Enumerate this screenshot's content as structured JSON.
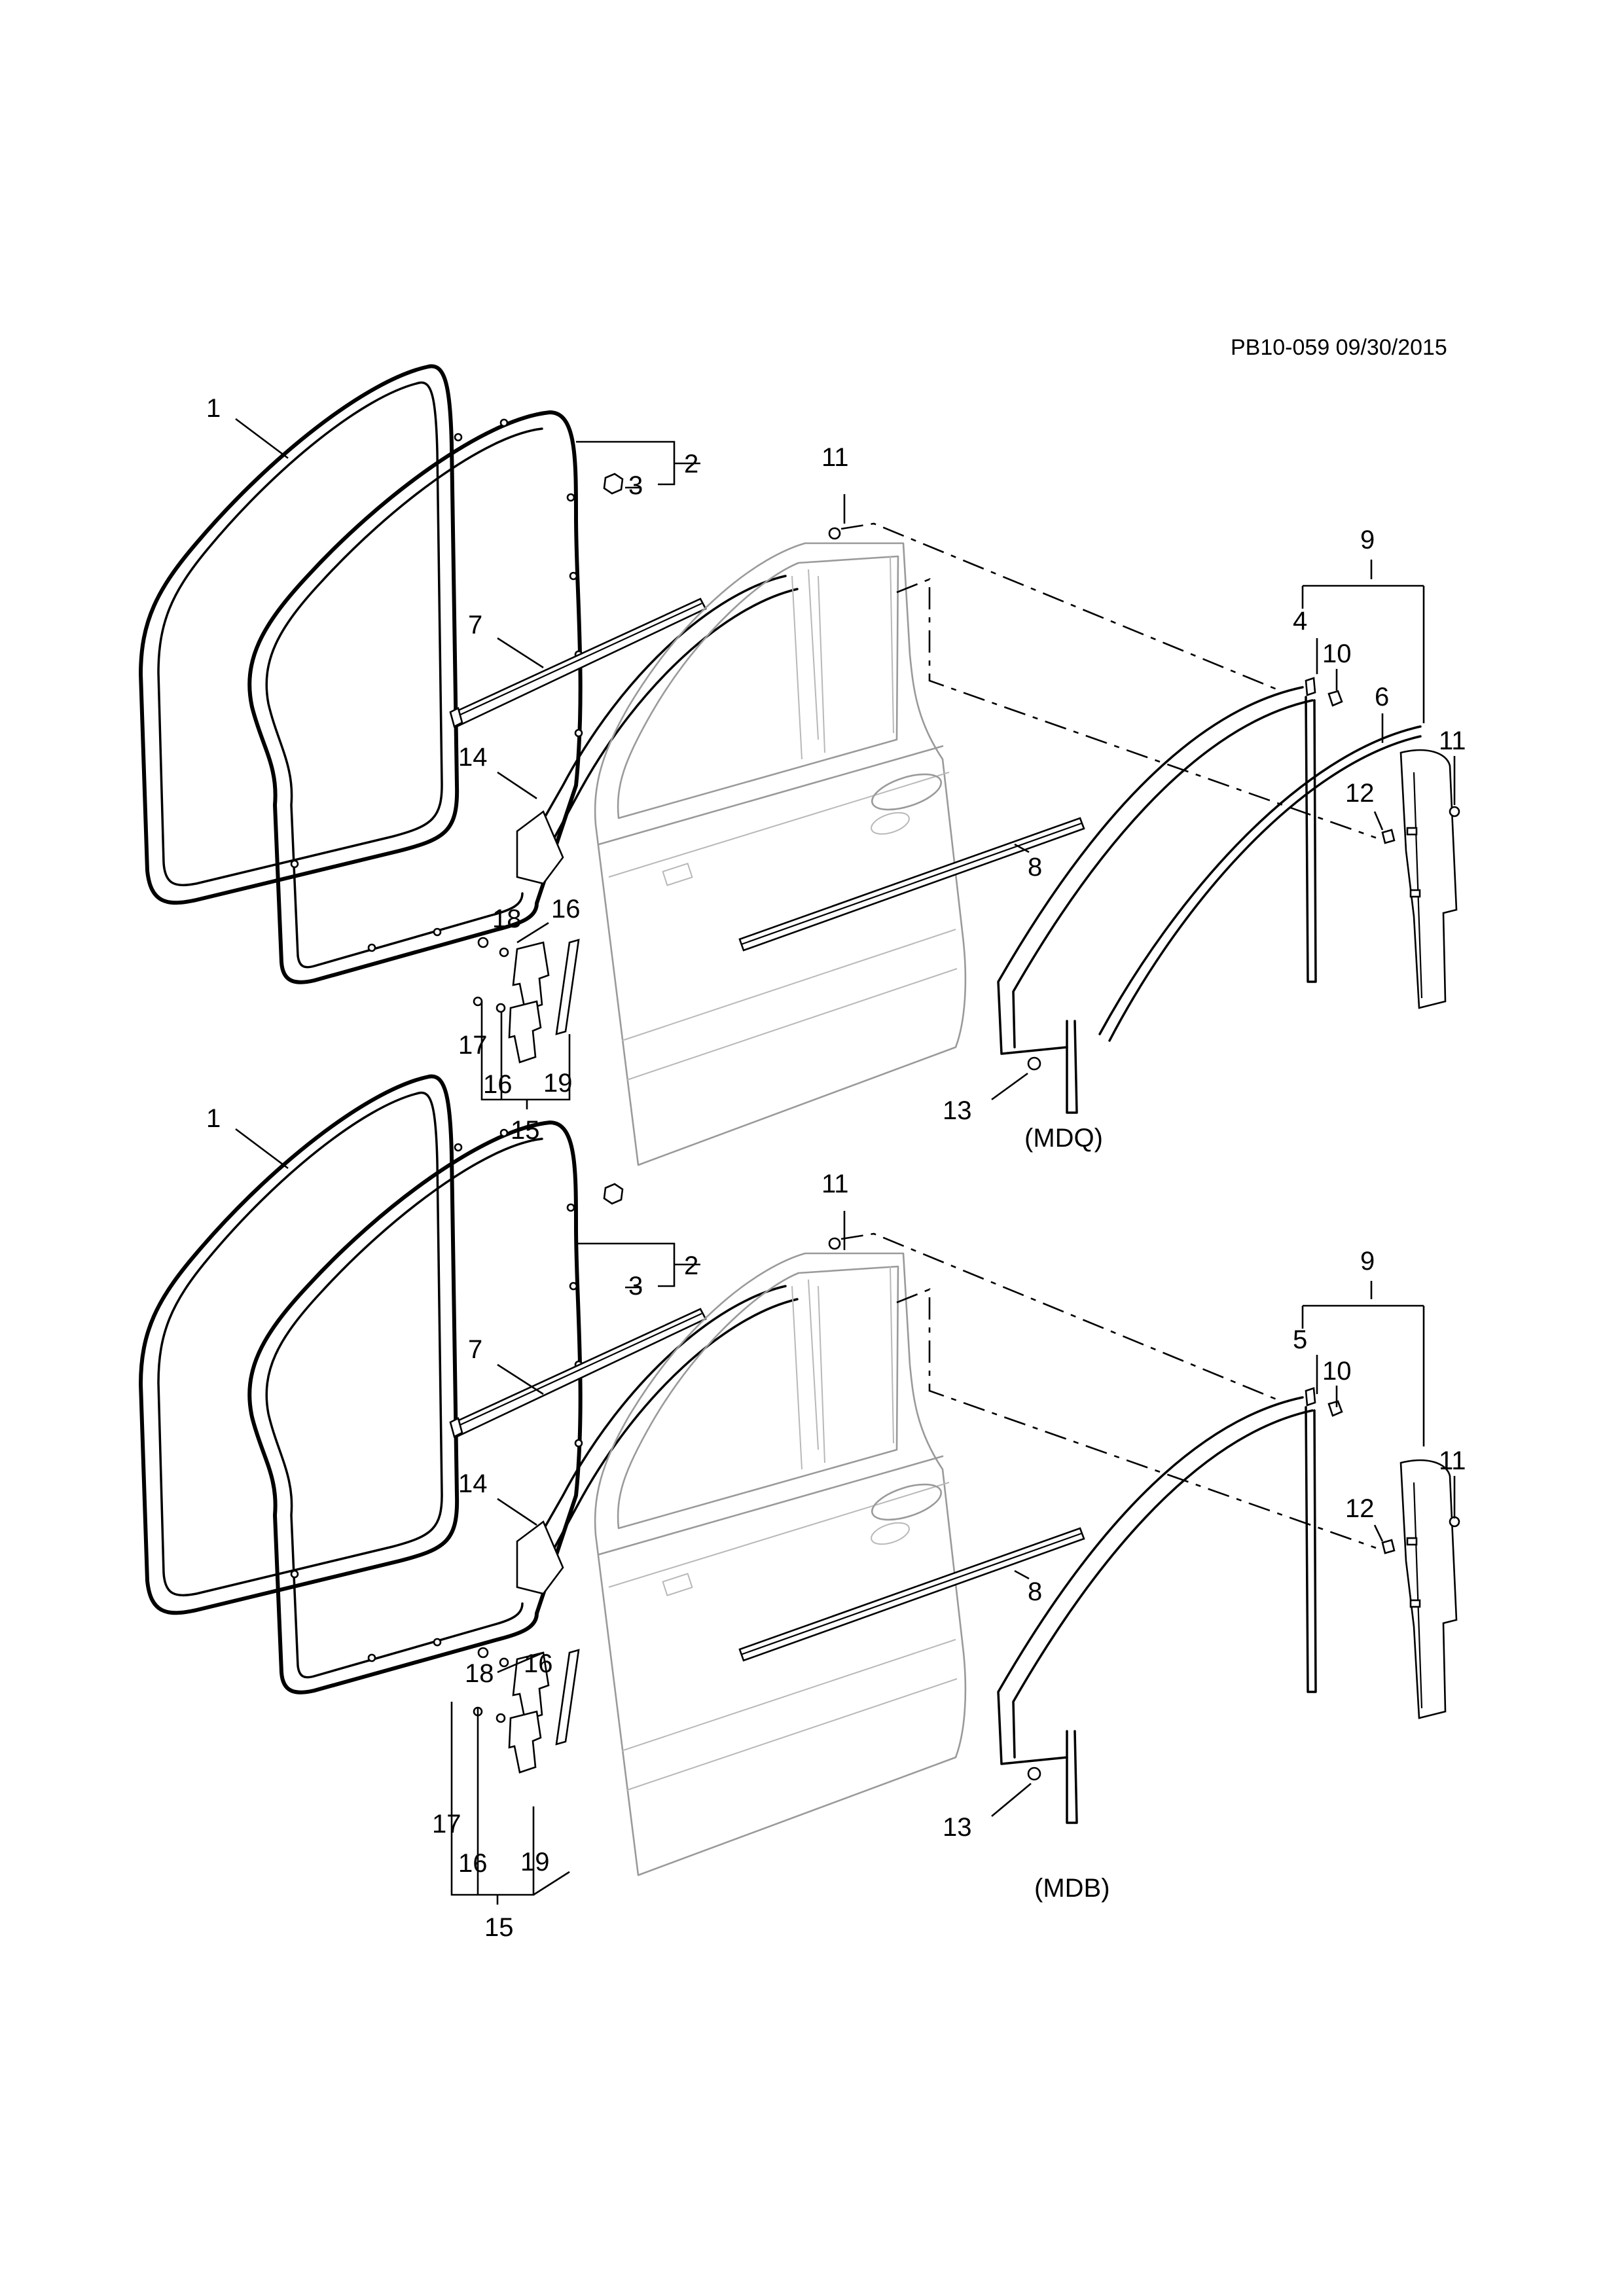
{
  "reference": "PB10-059 09/30/2015",
  "views": [
    {
      "variant": "(MDQ)",
      "callouts": {
        "c1": "1",
        "c2": "2",
        "c3": "3",
        "c4": "4",
        "c6": "6",
        "c7": "7",
        "c8": "8",
        "c9": "9",
        "c10": "10",
        "c11a": "11",
        "c11b": "11",
        "c12": "12",
        "c13": "13",
        "c14": "14",
        "c15": "15",
        "c16a": "16",
        "c16b": "16",
        "c17": "17",
        "c18": "18",
        "c19": "19"
      }
    },
    {
      "variant": "(MDB)",
      "callouts": {
        "c1": "1",
        "c2": "2",
        "c3": "3",
        "c5": "5",
        "c7": "7",
        "c8": "8",
        "c9": "9",
        "c10": "10",
        "c11a": "11",
        "c11b": "11",
        "c12": "12",
        "c13": "13",
        "c14": "14",
        "c15": "15",
        "c16a": "16",
        "c16b": "16",
        "c17": "17",
        "c18": "18",
        "c19": "19"
      }
    }
  ]
}
